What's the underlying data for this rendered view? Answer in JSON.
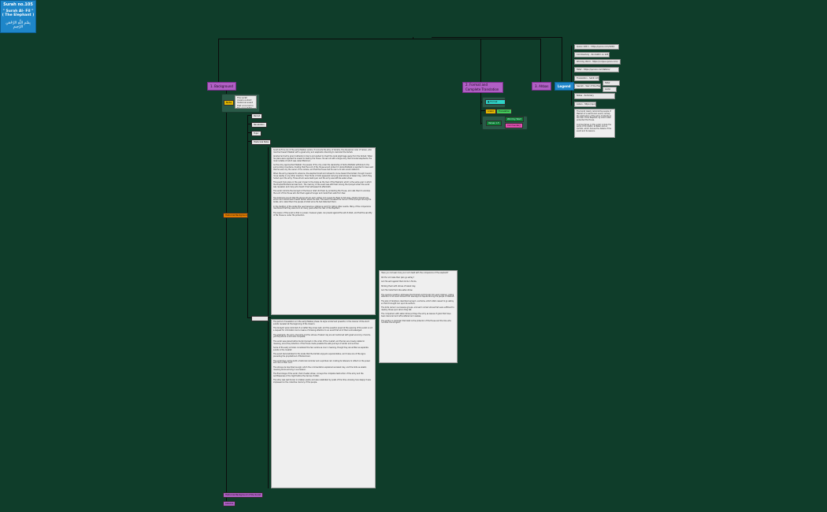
{
  "root": {
    "line1": "Surah no.105",
    "line2": "\" Surah Al- Fil \"",
    "line3": "( The Elephant )",
    "arabic": "بِسْمِ اللَّهِ الرَّحْمَٰنِ الرَّحِيمِ"
  },
  "branches": {
    "background": "1. Background",
    "format": "2. Format and Complete Translation",
    "ahbas": "3. Ahbas",
    "legend": "Legend"
  },
  "background": {
    "tag": "Note",
    "note": "The surah covers a short historical event that occurred in the year of the Prophet's birth; the failed attack of Abraha on the Ka'bah.",
    "items": [
      "Period",
      "Revelation",
      "Topic",
      "Historical Note"
    ],
    "long_a": "Surah Al-Fil is one of the early Makkan surahs. It recounts the story of Abraha, the Abyssinian ruler of Yemen, who marched toward Makkah with a great army and elephants intending to demolish the Ka'bah.\n\nAbraha had built a grand cathedral in San'a and wished to divert the Arab pilgrimage away from the Ka'bah. When his plans were opposed he vowed to destroy the House. He set out with a large army that included elephants, the most notable of which was called Mahmud.\n\nAs the army approached Makkah, the people of the city under the leadership of Abdul-Muttalib withdrew to the surrounding mountains, trusting that the Lord of the House would protect it. Abdul-Muttalib is reported to have said that he was only the owner of his camels, and that the House had its own Lord who would defend it.\n\nWhen the army prepared to advance, the elephant knelt and refused to move toward the Ka'bah, though it would move readily in any other direction. Then flocks of birds appeared carrying small stones of baked clay, which they hurled upon the army. Those struck were destroyed, and the army was left like eaten straw.\n\nThis event took place in the year known to the Arabs as the Year of the Elephant, which is the same year in which the Prophet Muhammad was born. The memory of the event was still fresh among the Quraysh when the surah was revealed, and many who heard it had witnessed its aftermath.\n\nThe surah reminds the Quraysh of the favour Allah did them by protecting the House, and calls them to worship the Lord of this House who fed them against hunger and made them safe from fear.\n\nThe historians record that the stones struck each soldier and caused his flesh to fall away. Abraha himself was struck and carried back toward Yemen where he died. The event increased the honour of the Quraysh among the Arabs, who called them the people of Allah since He had defended them.\n\nIn the tradition of the Arabs this year became a reference point for dating other events. Many of the companions mentioned that they were born so many years after the Year of the Elephant.\n\nThe lesson of the surah is that no power, however great, can prevail against the will of Allah, and that the sanctity of His House is under His protection.",
    "long_b": "The period of revelation is in the early Makkan phase. Its style is brief and powerful, in the manner of the short surahs revealed at the beginning of the mission.\n\nThe Quraysh were reminded of a matter they knew well, and the question posed at the opening of the surah is not a request for information but a means of drawing attention to an event that all of them acknowledged.\n\nThe elephants, the army, the birds and the stones of baked clay are all mentioned with great economy of words, yet the picture is vivid and complete.\n\nThe surah was placed before Surah Quraysh in the order of the mushaf, and the two are closely related in meaning, since the protection of the House made possible the safe journeys of winter and summer.\n\nSome of the early scholars considered the two surahs as one in meaning, though they are written as separate surahs in the mushaf.\n\nThe event demonstrated to the Arabs that the Ka'bah enjoyed a special status, and it was one of the signs preceding the prophethood of Muhammad.\n\nThe surah thus carries both a historical reminder and a spiritual call, inviting its listeners to reflect on the power and care of their Lord.\n\nThe stones are described as sijjil, which the commentators explained as baked clay, and the birds as ababil, meaning flocks arriving in succession.\n\nThe final image of the surah, that of eaten straw, conveys the complete destruction of the army and the worthlessness of its might before the decree of Allah.\n\nThe story was well known in Arabian poetry and was celebrated by poets of the time, showing how deeply it was impressed on the collective memory of the people.",
    "footer_items": [
      "Historical Background of the Surah",
      "Lessons"
    ]
  },
  "format": {
    "head": "Format",
    "sub": [
      "Arabic",
      "Translation"
    ],
    "leaves": [
      "Verses 1-5",
      "Word by Word",
      "Commentary"
    ],
    "long": "Have you not seen how your Lord dealt with the companions of the elephant?\n\nDid He not make their plan go astray?\n\nAnd He sent against them birds in flocks,\n\nStriking them with stones of baked clay,\n\nAnd He made them like eaten straw.\n\nThe opening question addresses the Prophet and through him every listener, calling attention to an event whose truth was beyond dispute among the people of Makkah.\n\nThe plan of Abraha is described as kayd, a scheme, which Allah caused to go astray so that it brought ruin upon its authors.\n\nThe birds came in successive groups, and each carried stones that were sufficient to destroy those upon whom they fell.\n\nThe comparison with eaten straw portrays the army as leaves of grain that have been devoured and left scattered and useless.\n\nThe surah is a reminder that Allah is the protector of His House and the One who humbles the arrogant."
  },
  "refs": [
    "Quran 105:1 - https://quran.com/105/1",
    "Commentary - Ibn Kathir on 105",
    "Word by Word - https://corpus.quran.com/",
    "Tafsir - https://quranx.com/tafsirs/",
    "Translation - Sahih Intl",
    "Seerah - Year of the Elephant",
    "Notes - Summary",
    "Study guide",
    "Listen - https://quran.com/105"
  ],
  "ref_side": [
    "Tafsir",
    "Audio"
  ],
  "ref_note": "The Surah clearly reminds the people of Makkah of a well-known event, namely the destruction of the army of Abraha in the Year of the Elephant, by which Allah protected His House.\n\nCommentaries on this surah include the works of Ibn Kathir, al-Tabari and al-Qurtubi, which discuss the details of the event and its lessons."
}
